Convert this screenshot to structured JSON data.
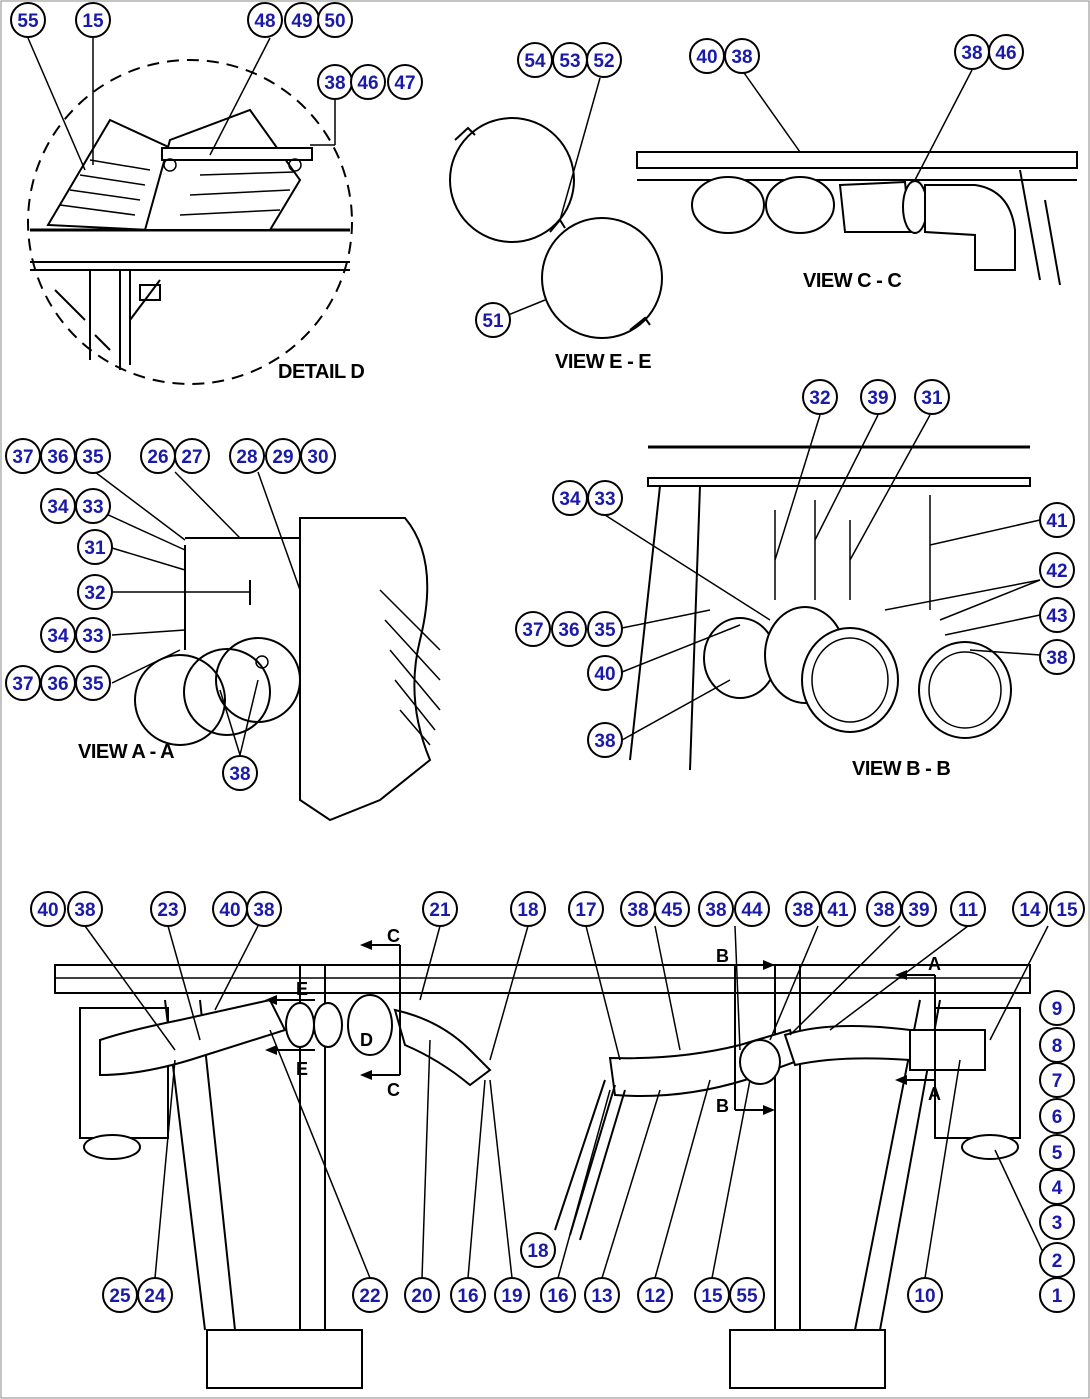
{
  "views": {
    "detail_d": "DETAIL D",
    "view_e": "VIEW E - E",
    "view_c": "VIEW C - C",
    "view_a": "VIEW A - A",
    "view_b": "VIEW B - B"
  },
  "section_marks": {
    "a_top": "A",
    "a_bottom": "A",
    "b_top": "B",
    "b_bottom": "B",
    "c_top": "C",
    "c_bottom": "C",
    "d": "D",
    "e_top": "E",
    "e_bottom": "E"
  },
  "callouts": {
    "detail_d": [
      "55",
      "15",
      "48",
      "49",
      "50",
      "38",
      "46",
      "47"
    ],
    "view_e": [
      "54",
      "53",
      "52",
      "51"
    ],
    "view_c": [
      "40",
      "38",
      "38",
      "46"
    ],
    "view_a": [
      "37",
      "36",
      "35",
      "26",
      "27",
      "28",
      "29",
      "30",
      "34",
      "33",
      "31",
      "32",
      "34",
      "33",
      "37",
      "36",
      "35",
      "38"
    ],
    "view_b": [
      "32",
      "39",
      "31",
      "34",
      "33",
      "41",
      "42",
      "43",
      "37",
      "36",
      "35",
      "40",
      "38",
      "38"
    ],
    "main_top": [
      "40",
      "38",
      "23",
      "40",
      "38",
      "21",
      "18",
      "17",
      "38",
      "45",
      "38",
      "44",
      "38",
      "41",
      "38",
      "39",
      "11",
      "14",
      "15"
    ],
    "main_right": [
      "9",
      "8",
      "7",
      "6",
      "5",
      "4",
      "3",
      "2",
      "1"
    ],
    "main_bottom": [
      "25",
      "24",
      "22",
      "20",
      "16",
      "19",
      "16",
      "13",
      "12",
      "15",
      "55",
      "10",
      "18"
    ]
  }
}
